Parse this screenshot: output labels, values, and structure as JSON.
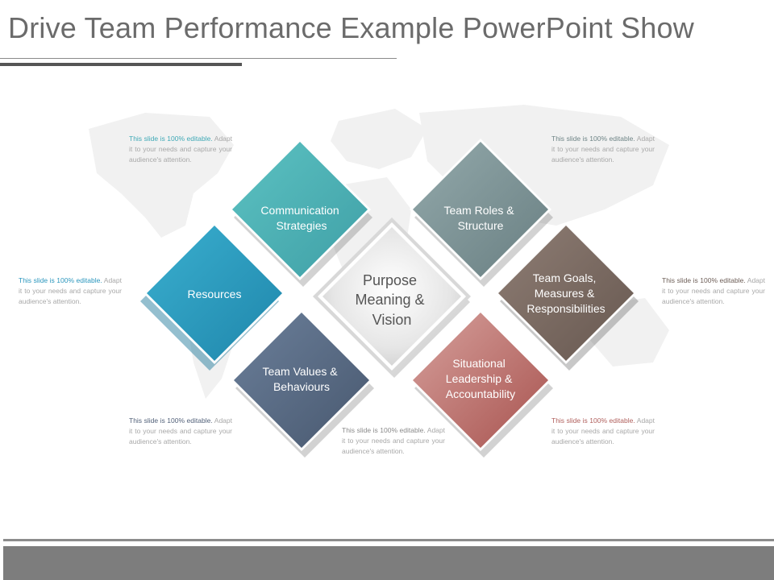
{
  "slide": {
    "title": "Drive Team Performance Example PowerPoint Show"
  },
  "center": {
    "lines": [
      "Purpose",
      "Meaning &",
      "Vision"
    ]
  },
  "diamonds": [
    {
      "id": "communication-strategies",
      "lines": [
        "Communication",
        "Strategies"
      ],
      "color": "#4fb3b5"
    },
    {
      "id": "team-roles-structure",
      "lines": [
        "Team Roles &",
        "Structure"
      ],
      "color": "#7f9a9d"
    },
    {
      "id": "resources",
      "lines": [
        "Resources"
      ],
      "color": "#2a9bbf"
    },
    {
      "id": "team-goals",
      "lines": [
        "Team Goals,",
        "Measures &",
        "Responsibilities"
      ],
      "color": "#7c6b63"
    },
    {
      "id": "team-values-behaviours",
      "lines": [
        "Team Values &",
        "Behaviours"
      ],
      "color": "#5b6d88"
    },
    {
      "id": "situational-leadership",
      "lines": [
        "Situational",
        "Leadership &",
        "Accountability"
      ],
      "color": "#b56966"
    }
  ],
  "notes": [
    {
      "id": "communication",
      "lead": "This slide is 100% editable.",
      "rest": "Adapt it to your needs and capture your audience's attention.",
      "lead_color": "#3fa9b6"
    },
    {
      "id": "roles",
      "lead": "This slide is 100% editable.",
      "rest": "Adapt it to your needs and capture your audience's attention.",
      "lead_color": "#6e8486"
    },
    {
      "id": "resources",
      "lead": "This slide is 100% editable.",
      "rest": "Adapt it to your needs and capture your audience's attention.",
      "lead_color": "#2a96bd"
    },
    {
      "id": "goals",
      "lead": "This slide is 100% editable.",
      "rest": "Adapt it to your needs and capture your audience's attention.",
      "lead_color": "#6d5e57"
    },
    {
      "id": "values",
      "lead": "This slide is 100% editable.",
      "rest": "Adapt it to your needs and capture your audience's attention.",
      "lead_color": "#53627a"
    },
    {
      "id": "center",
      "lead": "This slide is 100% editable.",
      "rest": "Adapt it to your needs and capture your audience's attention.",
      "lead_color": "#8a8a8a"
    },
    {
      "id": "leadership",
      "lead": "This slide is 100% editable.",
      "rest": "Adapt it to your needs and capture your audience's attention.",
      "lead_color": "#b05f5c"
    }
  ]
}
